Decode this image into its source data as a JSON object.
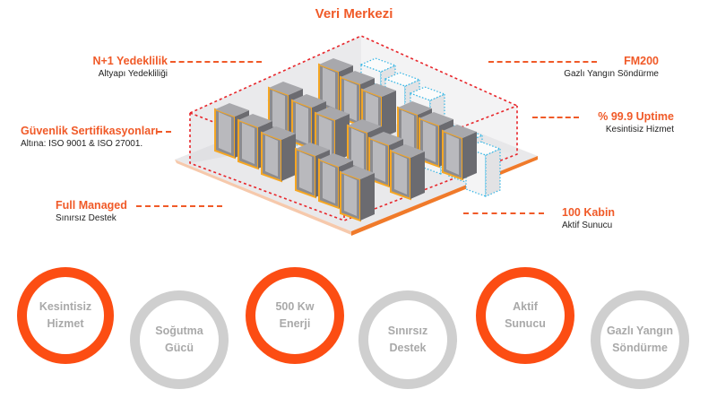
{
  "title": "Veri Merkezi",
  "colors": {
    "accent": "#f05a28",
    "ring_active": "#fc4d13",
    "ring_idle": "#cfcfcf",
    "circle_text": "#a9a9a9",
    "rack_frame": "#f5a623",
    "guide_blue": "#33b5e5",
    "guide_red": "#e8262b"
  },
  "features": [
    {
      "heading": "N+1 Yedeklilik",
      "sub": "Altyapı Yedekliliği"
    },
    {
      "heading": "Güvenlik Sertifikasyonları",
      "sub": "Altına: ISO 9001 & ISO 27001."
    },
    {
      "heading": "Full Managed",
      "sub": "Sınırsız Destek"
    },
    {
      "heading": "FM200",
      "sub": "Gazlı Yangın Söndürme"
    },
    {
      "heading": "% 99.9 Uptime",
      "sub": "Kesintisiz Hizmet"
    },
    {
      "heading": "100 Kabin",
      "sub": "Aktif Sunucu"
    }
  ],
  "illustration": {
    "name": "data-center-isometric",
    "icon": "server-rack-icon"
  },
  "circles": [
    {
      "line1": "Kesintisiz",
      "line2": "Hizmet",
      "state": "active"
    },
    {
      "line1": "Soğutma",
      "line2": "Gücü",
      "state": "idle"
    },
    {
      "line1": "500 Kw",
      "line2": "Enerji",
      "state": "active"
    },
    {
      "line1": "Sınırsız",
      "line2": "Destek",
      "state": "idle"
    },
    {
      "line1": "Aktif",
      "line2": "Sunucu",
      "state": "active"
    },
    {
      "line1": "Gazlı Yangın",
      "line2": "Söndürme",
      "state": "idle"
    }
  ]
}
